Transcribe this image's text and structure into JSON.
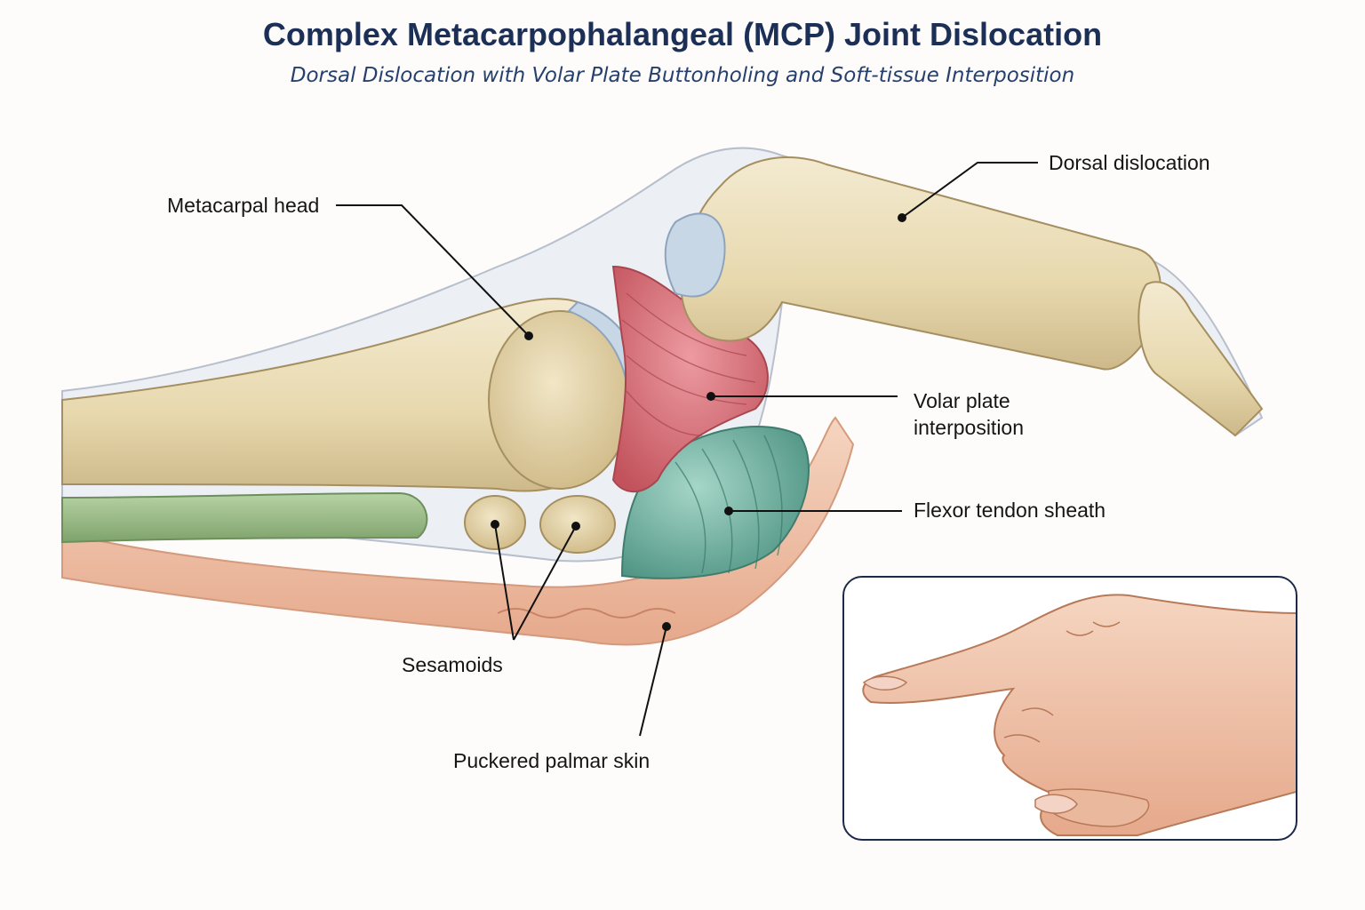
{
  "title": "Complex Metacarpophalangeal (MCP) Joint Dislocation",
  "subtitle": "Dorsal Dislocation with Volar Plate Buttonholing and Soft-tissue Interposition",
  "labels": {
    "metacarpal_head": "Metacarpal head",
    "dorsal_dislocation": "Dorsal dislocation",
    "volar_plate_line1": "Volar plate",
    "volar_plate_line2": "interposition",
    "flexor_tendon_sheath": "Flexor tendon sheath",
    "sesamoids": "Sesamoids",
    "puckered_palmar_skin": "Puckered palmar skin"
  },
  "colors": {
    "title": "#1c2f57",
    "bone": "#e9dcb8",
    "volar_plate": "#d9727a",
    "flexor_sheath": "#6fb3a2",
    "skin": "#efc3aa",
    "cartilage": "#c8d7e6",
    "inset_border": "#1c2a4a"
  }
}
